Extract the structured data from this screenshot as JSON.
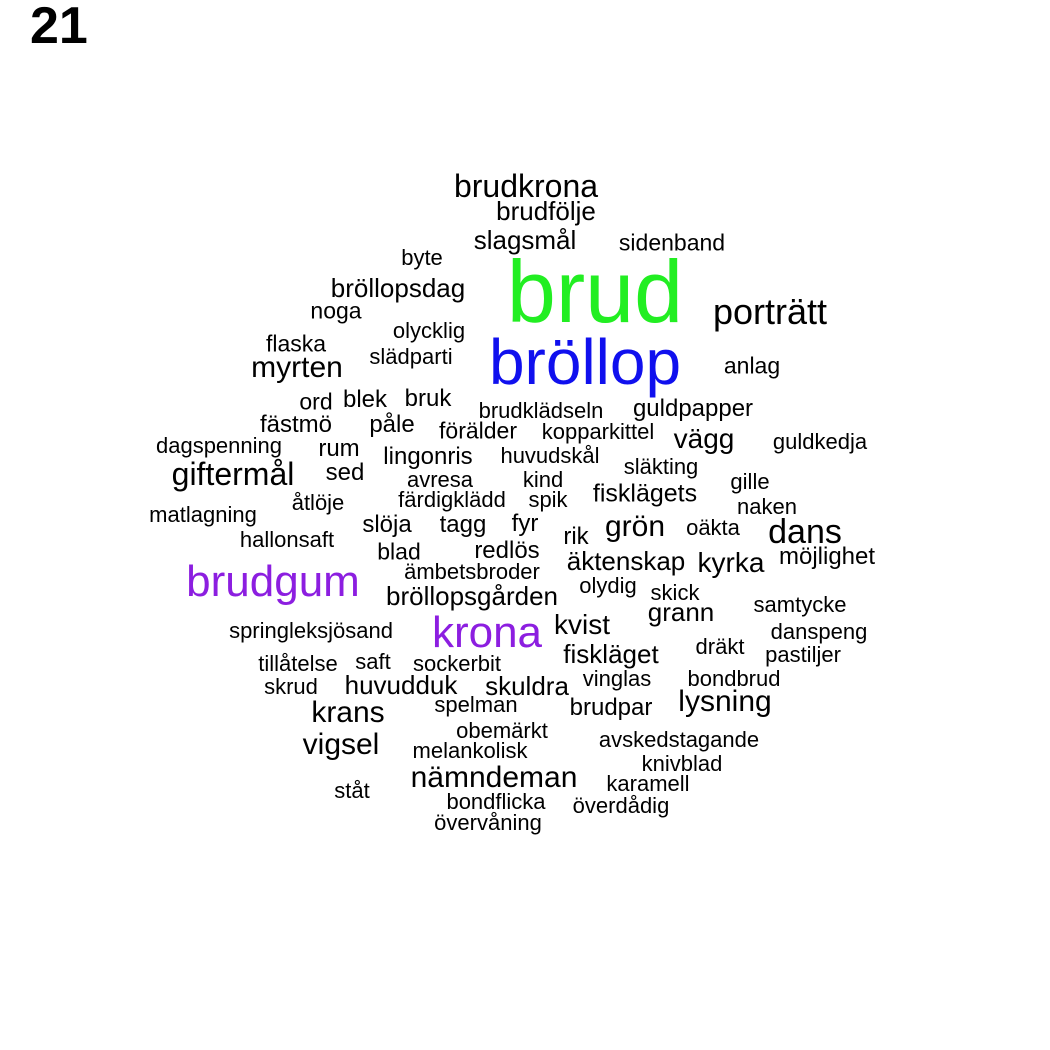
{
  "panel_label": "21",
  "colors": {
    "default": "#000000",
    "green": "#22ee22",
    "blue": "#1010ee",
    "purple": "#8c1ee0"
  },
  "words": [
    {
      "text": "brudkrona"
    },
    {
      "text": "brudfölje"
    },
    {
      "text": "slagsmål"
    },
    {
      "text": "sidenband"
    },
    {
      "text": "byte"
    },
    {
      "text": "brud",
      "color": "#22ee22"
    },
    {
      "text": "bröllopsdag"
    },
    {
      "text": "porträtt"
    },
    {
      "text": "noga"
    },
    {
      "text": "olycklig"
    },
    {
      "text": "flaska"
    },
    {
      "text": "bröllop",
      "color": "#1010ee"
    },
    {
      "text": "slädparti"
    },
    {
      "text": "myrten"
    },
    {
      "text": "anlag"
    },
    {
      "text": "ord"
    },
    {
      "text": "blek"
    },
    {
      "text": "bruk"
    },
    {
      "text": "brudklädseln"
    },
    {
      "text": "guldpapper"
    },
    {
      "text": "fästmö"
    },
    {
      "text": "påle"
    },
    {
      "text": "förälder"
    },
    {
      "text": "kopparkittel"
    },
    {
      "text": "vägg"
    },
    {
      "text": "dagspenning"
    },
    {
      "text": "rum"
    },
    {
      "text": "guldkedja"
    },
    {
      "text": "lingonris"
    },
    {
      "text": "huvudskål"
    },
    {
      "text": "giftermål"
    },
    {
      "text": "sed"
    },
    {
      "text": "släkting"
    },
    {
      "text": "avresa"
    },
    {
      "text": "kind"
    },
    {
      "text": "gille"
    },
    {
      "text": "fisklägets"
    },
    {
      "text": "åtlöje"
    },
    {
      "text": "färdigklädd"
    },
    {
      "text": "spik"
    },
    {
      "text": "naken"
    },
    {
      "text": "matlagning"
    },
    {
      "text": "slöja"
    },
    {
      "text": "tagg"
    },
    {
      "text": "fyr"
    },
    {
      "text": "grön"
    },
    {
      "text": "oäkta"
    },
    {
      "text": "dans"
    },
    {
      "text": "hallonsaft"
    },
    {
      "text": "rik"
    },
    {
      "text": "blad"
    },
    {
      "text": "redlös"
    },
    {
      "text": "äktenskap"
    },
    {
      "text": "kyrka"
    },
    {
      "text": "möjlighet"
    },
    {
      "text": "ämbetsbroder"
    },
    {
      "text": "brudgum",
      "color": "#8c1ee0"
    },
    {
      "text": "olydig"
    },
    {
      "text": "skick"
    },
    {
      "text": "bröllopsgården"
    },
    {
      "text": "samtycke"
    },
    {
      "text": "grann"
    },
    {
      "text": "springleksjösand"
    },
    {
      "text": "krona",
      "color": "#8c1ee0"
    },
    {
      "text": "kvist"
    },
    {
      "text": "danspeng"
    },
    {
      "text": "dräkt"
    },
    {
      "text": "fiskläget"
    },
    {
      "text": "pastiljer"
    },
    {
      "text": "tillåtelse"
    },
    {
      "text": "saft"
    },
    {
      "text": "sockerbit"
    },
    {
      "text": "skrud"
    },
    {
      "text": "huvudduk"
    },
    {
      "text": "skuldra"
    },
    {
      "text": "vinglas"
    },
    {
      "text": "bondbrud"
    },
    {
      "text": "lysning"
    },
    {
      "text": "spelman"
    },
    {
      "text": "brudpar"
    },
    {
      "text": "krans"
    },
    {
      "text": "obemärkt"
    },
    {
      "text": "avskedstagande"
    },
    {
      "text": "vigsel"
    },
    {
      "text": "melankolisk"
    },
    {
      "text": "knivblad"
    },
    {
      "text": "nämndeman"
    },
    {
      "text": "karamell"
    },
    {
      "text": "ståt"
    },
    {
      "text": "bondflicka"
    },
    {
      "text": "överdådig"
    },
    {
      "text": "övervåning"
    }
  ]
}
